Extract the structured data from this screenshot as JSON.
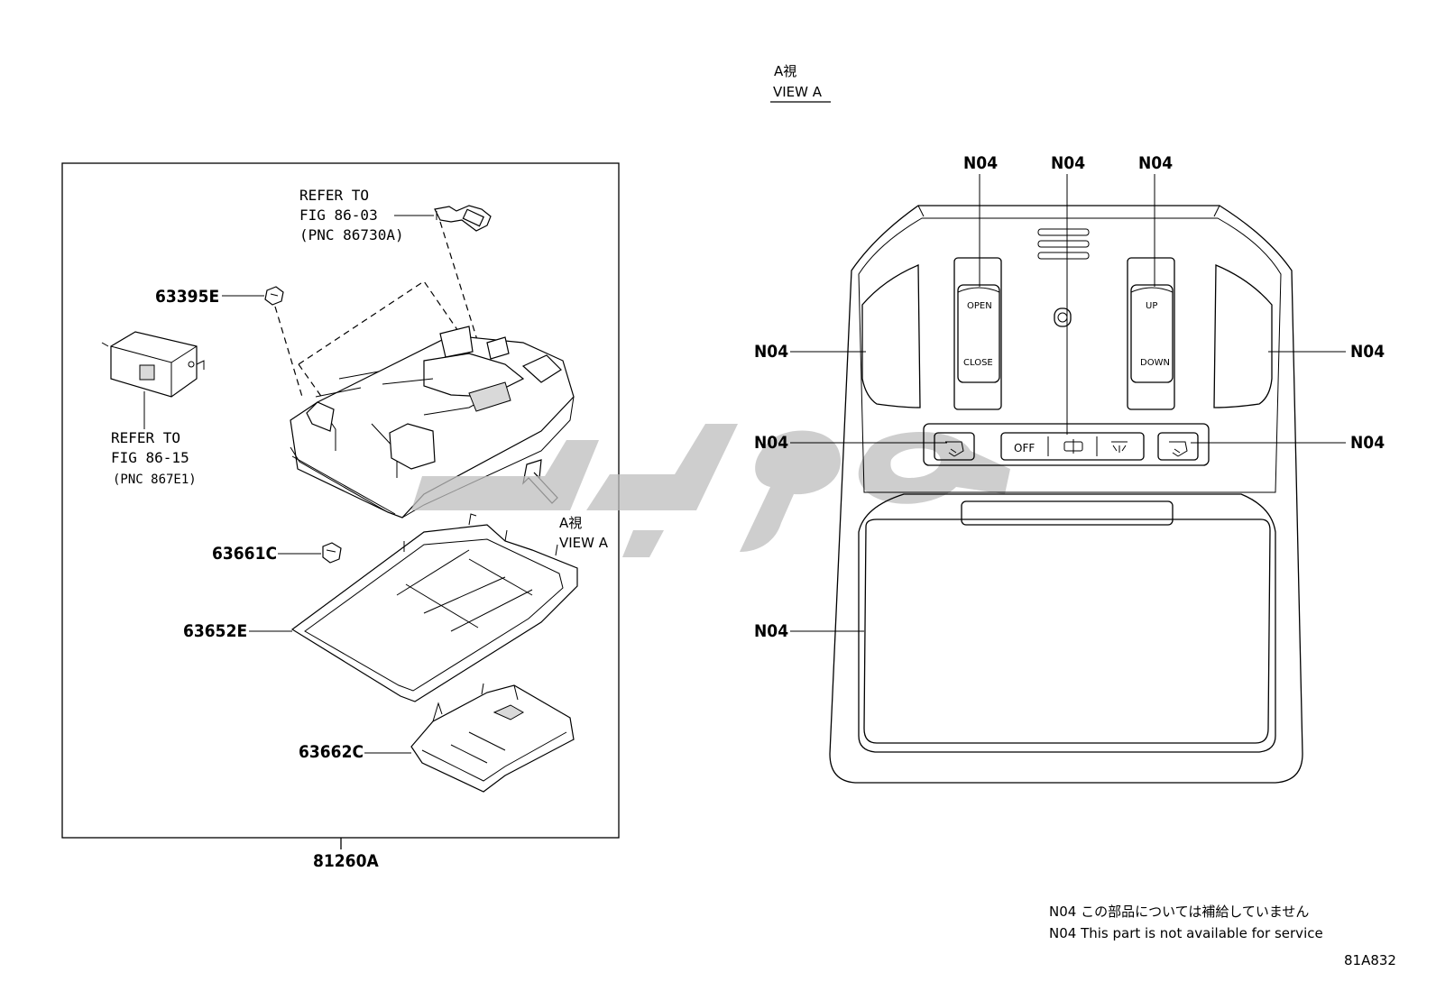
{
  "view_a_header": {
    "jp": "A視",
    "en": "VIEW A"
  },
  "parts_box": {
    "parts": {
      "p63395E": "63395E",
      "p63661C": "63661C",
      "p63652E": "63652E",
      "p63662C": "63662C",
      "p81260A": "81260A"
    },
    "refer_86_03": {
      "line1": "REFER TO",
      "line2": "FIG 86-03",
      "line3": "(PNC 86730A)"
    },
    "refer_86_15": {
      "line1": "REFER TO",
      "line2": "FIG 86-15",
      "line3": "(PNC 867E1)"
    },
    "view_arrow": {
      "jp": "A視",
      "en": "VIEW A"
    }
  },
  "console": {
    "callout": "N04",
    "open_label": "OPEN",
    "close_label": "CLOSE",
    "up_label": "UP",
    "down_label": "DOWN",
    "off_label": "OFF"
  },
  "notes": {
    "jp": "N04 この部品については補給していません",
    "en": "N04 This part is not available for service"
  },
  "illustration_id": "81A832",
  "colors": {
    "line": "#000000",
    "watermark": "#bdbdbd",
    "background": "#ffffff"
  }
}
